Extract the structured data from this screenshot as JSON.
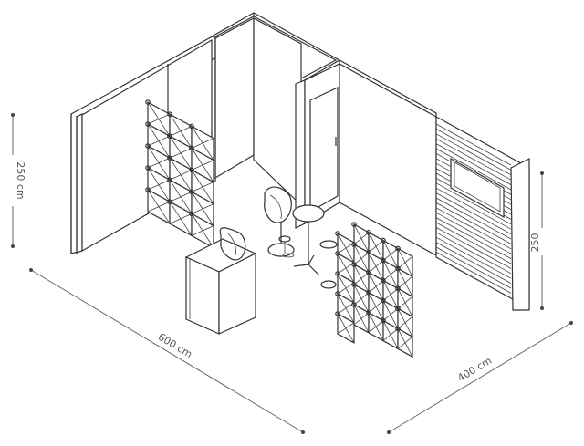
{
  "dimensions": {
    "height_left": "250 cm",
    "width_front": "600 cm",
    "depth_right": "400 cm",
    "height_right": "250"
  },
  "colors": {
    "line": "#333333",
    "dimension": "#666666",
    "background": "#ffffff"
  }
}
